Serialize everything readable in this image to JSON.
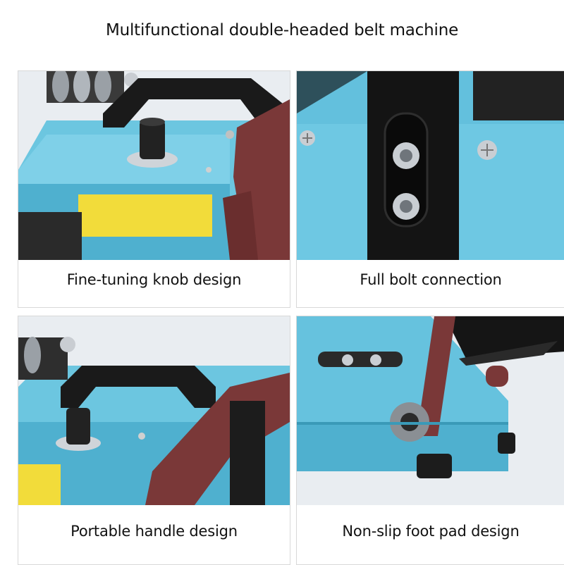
{
  "title": "Multifunctional double-headed belt machine",
  "panels": [
    {
      "caption": "Fine-tuning knob design"
    },
    {
      "caption": "Full bolt connection"
    },
    {
      "caption": "Portable handle design"
    },
    {
      "caption": "Non-slip foot pad design"
    }
  ],
  "colors": {
    "machine_blue": "#5fc0dc",
    "belt_brown": "#7a3838",
    "pad_yellow": "#f2dc3a",
    "bracket_black": "#141414"
  }
}
